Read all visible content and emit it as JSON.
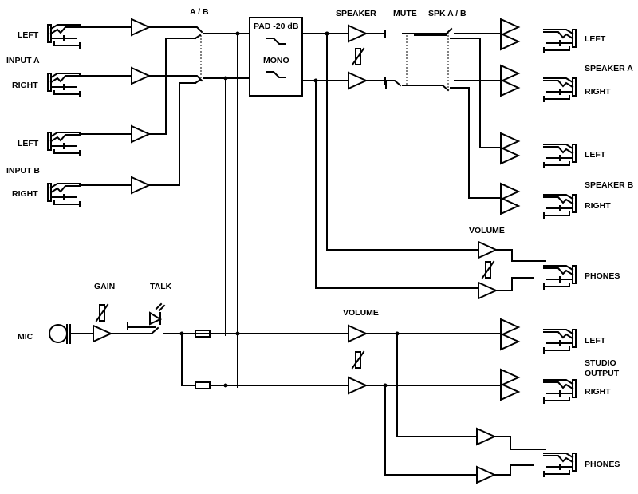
{
  "labels": {
    "input_a_left": "LEFT",
    "input_a": "INPUT A",
    "input_a_right": "RIGHT",
    "input_b_left": "LEFT",
    "input_b": "INPUT B",
    "input_b_right": "RIGHT",
    "ab": "A / B",
    "pad": "PAD -20 dB",
    "mono": "MONO",
    "speaker": "SPEAKER",
    "mute": "MUTE",
    "spk_ab": "SPK A / B",
    "speaker_a_left": "LEFT",
    "speaker_a": "SPEAKER A",
    "speaker_a_right": "RIGHT",
    "speaker_b_left": "LEFT",
    "speaker_b": "SPEAKER B",
    "speaker_b_right": "RIGHT",
    "volume_phones": "VOLUME",
    "phones_1": "PHONES",
    "gain": "GAIN",
    "talk": "TALK",
    "mic": "MIC",
    "volume_studio": "VOLUME",
    "studio_left": "LEFT",
    "studio_output_1": "STUDIO",
    "studio_output_2": "OUTPUT",
    "studio_right": "RIGHT",
    "phones_2": "PHONES"
  }
}
